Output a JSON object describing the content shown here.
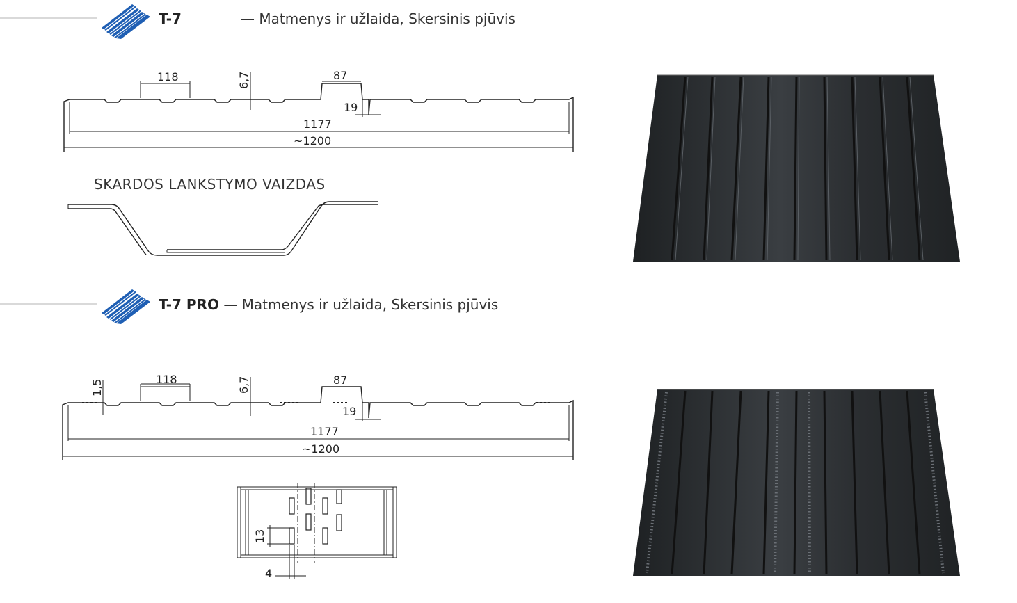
{
  "sections": [
    {
      "code": "T-7",
      "subtitle": "— Matmenys ir užlaida, Skersinis pjūvis",
      "dims": {
        "rib_spacing": "118",
        "rib_depth": "6,7",
        "overlap_width": "87",
        "overlap_depth": "19",
        "effective_width": "1177",
        "total_width": "~1200"
      }
    },
    {
      "code": "T-7 PRO",
      "subtitle": "— Matmenys ir užlaida, Skersinis pjūvis",
      "dims": {
        "perforation_depth": "1,5",
        "rib_spacing": "118",
        "rib_depth": "6,7",
        "overlap_width": "87",
        "overlap_depth": "19",
        "effective_width": "1177",
        "total_width": "~1200"
      },
      "perforation_detail": {
        "slot_height": "13",
        "slot_width": "4"
      }
    }
  ],
  "fold_view_title": "SKARDOS LANKSTYMO VAIZDAS",
  "colors": {
    "icon_blue": "#1f5fb4",
    "sheet_dark": "#2b2e31",
    "line_gray": "#d9d9d9"
  }
}
